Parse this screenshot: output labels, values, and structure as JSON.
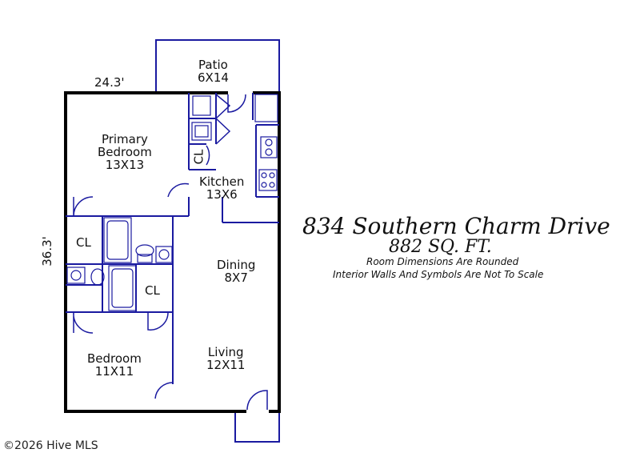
{
  "address": "834 Southern Charm Drive",
  "area": "882 SQ. FT.",
  "notes": [
    "Room Dimensions Are Rounded",
    "Interior Walls And Symbols Are Not To Scale"
  ],
  "dimensions": {
    "width": "24.3'",
    "depth": "36.3'"
  },
  "rooms": {
    "patio": {
      "name": "Patio",
      "size": "6X14"
    },
    "primary_bedroom": {
      "name_line1": "Primary",
      "name_line2": "Bedroom",
      "size": "13X13"
    },
    "kitchen": {
      "name": "Kitchen",
      "size": "13X6"
    },
    "closet_kitchen": {
      "name": "CL"
    },
    "closet_left": {
      "name": "CL"
    },
    "closet_mid": {
      "name": "CL"
    },
    "dining": {
      "name": "Dining",
      "size": "8X7"
    },
    "bedroom": {
      "name": "Bedroom",
      "size": "11X11"
    },
    "living": {
      "name": "Living",
      "size": "12X11"
    }
  },
  "watermark": "©2026 Hive MLS",
  "colors": {
    "exterior_wall": "#000000",
    "interior_wall": "#1a1aa0"
  }
}
